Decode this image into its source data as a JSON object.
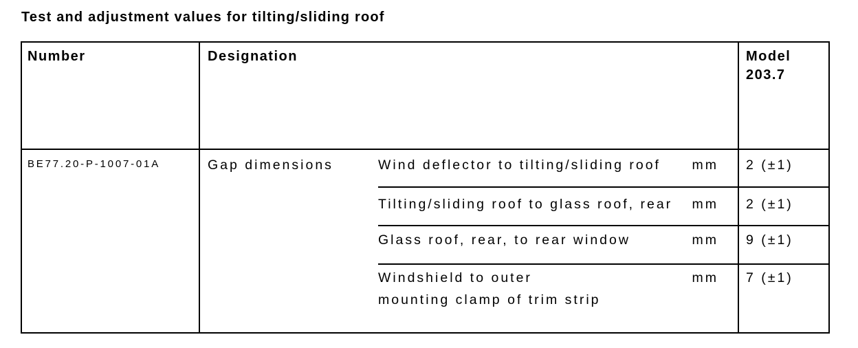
{
  "title": "Test and adjustment values for tilting/sliding roof",
  "table": {
    "header": {
      "number": "Number",
      "designation": "Designation",
      "model_line1": "Model",
      "model_line2": "203.7"
    },
    "row": {
      "number": "BE77.20-P-1007-01A",
      "designation": "Gap dimensions",
      "items": [
        {
          "description": "Wind deflector to tilting/sliding roof",
          "description_line2": "",
          "unit": "mm",
          "value": "2 (±1)"
        },
        {
          "description": "Tilting/sliding roof to glass roof, rear",
          "description_line2": "",
          "unit": "mm",
          "value": "2 (±1)"
        },
        {
          "description": "Glass roof, rear, to rear window",
          "description_line2": "",
          "unit": "mm",
          "value": "9 (±1)"
        },
        {
          "description": "Windshield to outer",
          "description_line2": "mounting clamp of trim strip",
          "unit": "mm",
          "value": "7 (±1)"
        }
      ]
    }
  },
  "colors": {
    "background": "#ffffff",
    "text": "#000000",
    "border": "#000000"
  }
}
